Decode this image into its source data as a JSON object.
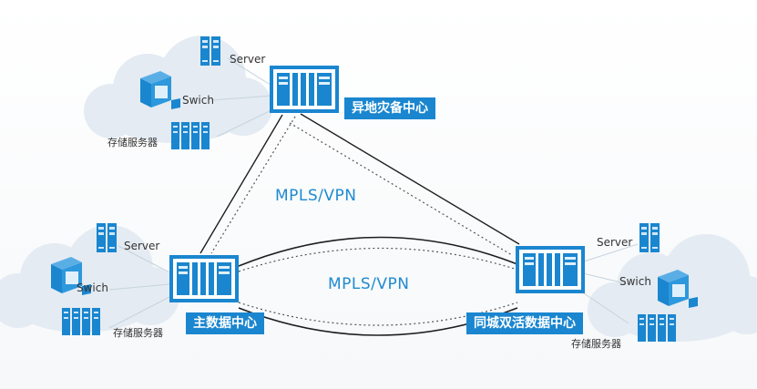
{
  "network_labels": {
    "top": "MPLS/VPN",
    "middle": "MPLS/VPN"
  },
  "centers": {
    "disaster_recovery": "异地灾备中心",
    "main": "主数据中心",
    "same_city_active": "同城双活数据中心"
  },
  "sites": {
    "top": {
      "server": "Server",
      "switch": "Swich",
      "storage": "存储服务器"
    },
    "left": {
      "server": "Server",
      "switch": "Swich",
      "storage": "存储服务器"
    },
    "right": {
      "server": "Server",
      "switch": "Swich",
      "storage": "存储服务器"
    }
  },
  "colors": {
    "accent": "#1a86cf",
    "link": "#1e1e1e",
    "cloud": "#e4ebf2",
    "label_bg": "#1a86cf"
  },
  "icons": {
    "datacenter": "datacenter-building-icon",
    "server": "rack-server-icon",
    "switch": "computer-switch-icon",
    "storage": "storage-server-icon",
    "cloud": "cloud-icon"
  }
}
